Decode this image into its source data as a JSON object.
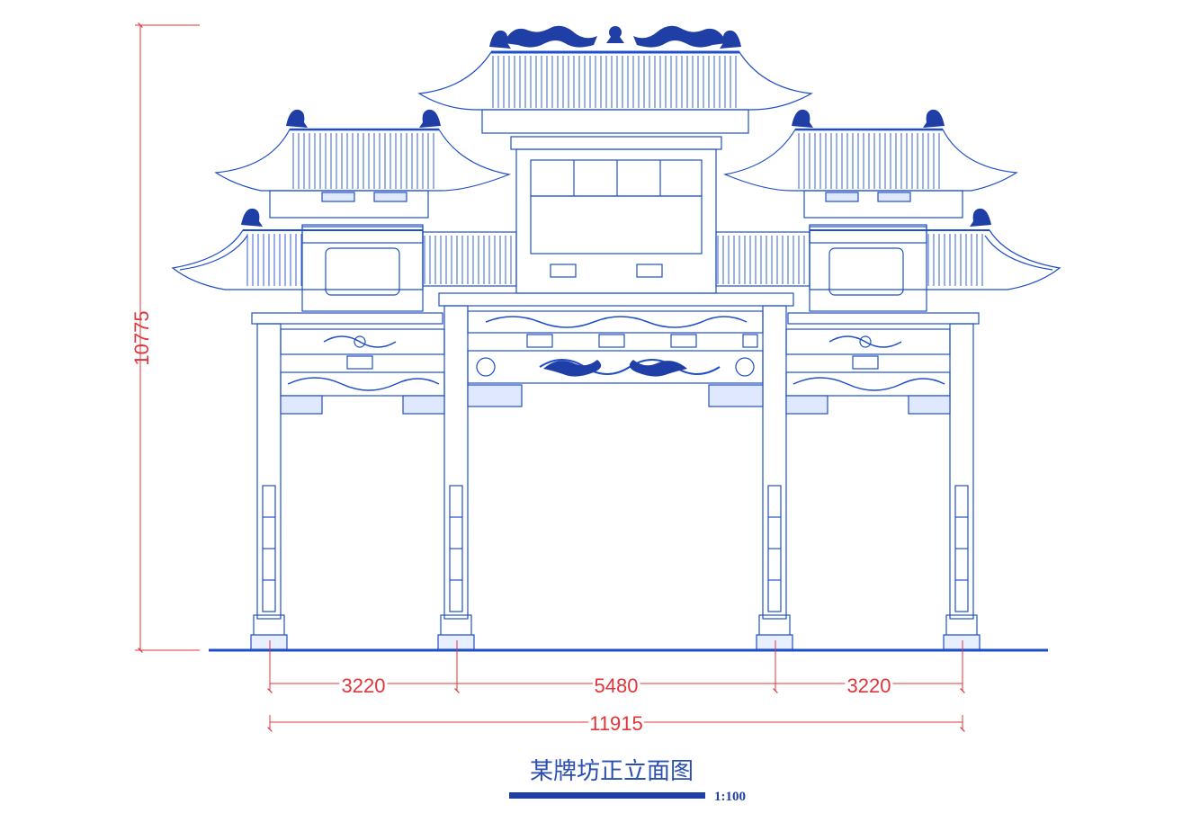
{
  "drawing": {
    "title": "某牌坊正立面图",
    "scale": "1:100",
    "dimensions": {
      "height": "10775",
      "left_span": "3220",
      "center_span": "5480",
      "right_span": "3220",
      "total_width": "11915"
    }
  },
  "colors": {
    "line": "#1f4fc8",
    "fill": "#1f3fa6",
    "dimension": "#e0353a"
  }
}
